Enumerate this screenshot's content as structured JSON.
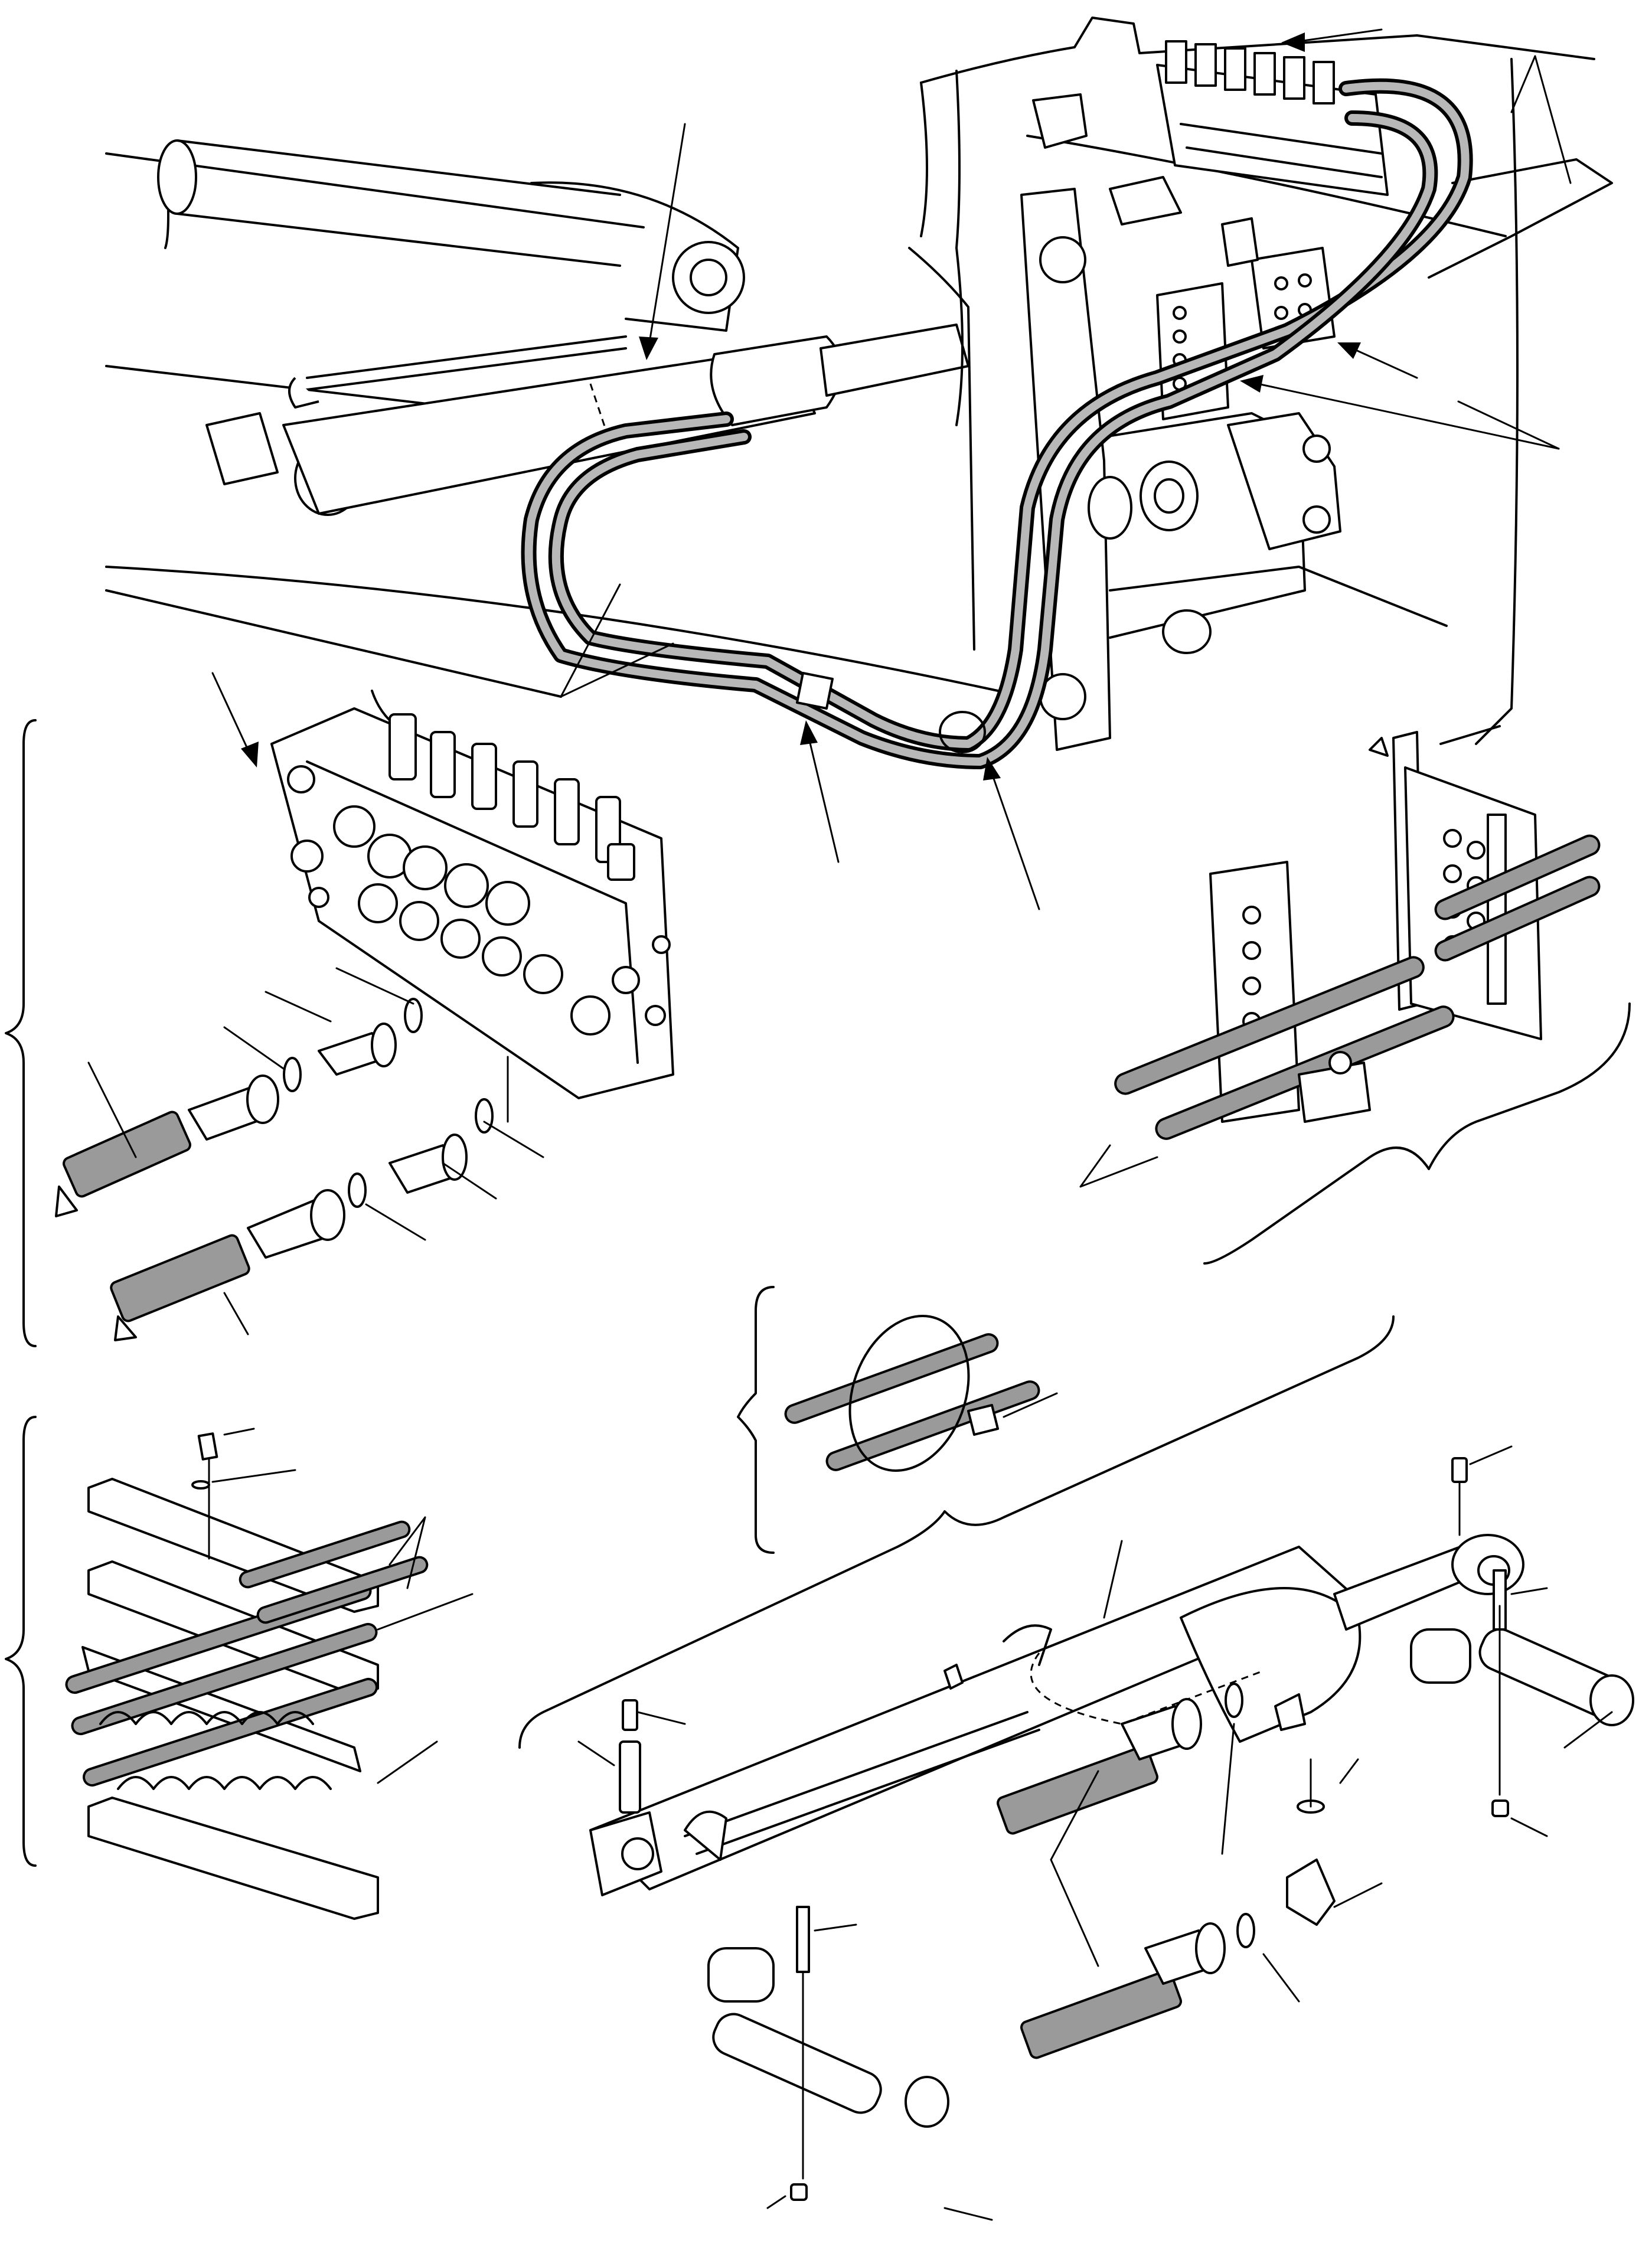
{
  "figure": {
    "has_text_labels": false
  },
  "callout_arrows": [
    "control-valve-callout",
    "boom-cylinder-hose-callout",
    "upper-hose-pair-callout",
    "clamp-bracket-callout",
    "clamp-bracket-callout-2",
    "hose-pair-callout",
    "cable-tie-callout",
    "hose-guide-ring-callout",
    "valve-block-callout"
  ],
  "colors": {
    "line": "#000000",
    "background": "#ffffff",
    "hose_shading": "#9a9a9a"
  }
}
